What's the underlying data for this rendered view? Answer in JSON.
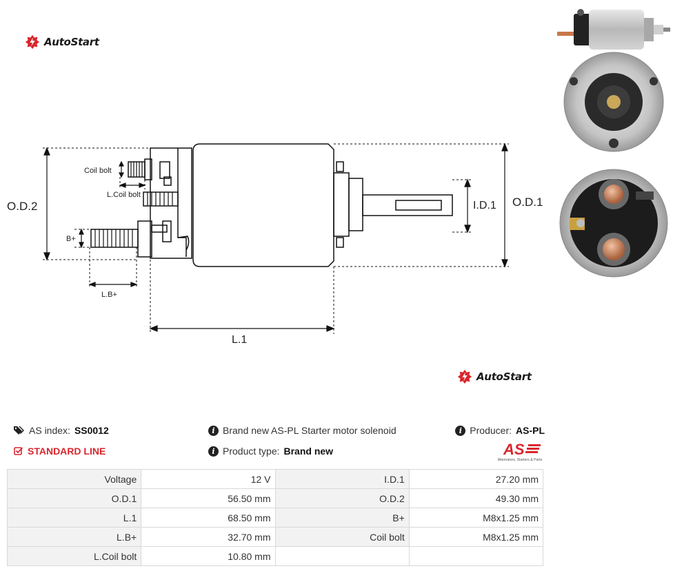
{
  "brand": {
    "name": "AutoStart",
    "accent": "#d8262c"
  },
  "drawing": {
    "labels": {
      "coil_bolt": "Coil bolt",
      "l_coil_bolt": "L.Coil bolt",
      "od2": "O.D.2",
      "bplus": "B+",
      "lbplus": "L.B+",
      "l1": "L.1",
      "id1": "I.D.1",
      "od1": "O.D.1"
    }
  },
  "info": {
    "as_index_label": "AS index:",
    "as_index_value": "SS0012",
    "standard_line": "STANDARD LINE",
    "description": "Brand new AS-PL Starter motor solenoid",
    "product_type_label": "Product type:",
    "product_type_value": "Brand new",
    "producer_label": "Producer:",
    "producer_value": "AS-PL",
    "producer_logo_text": "AS",
    "producer_tagline": "Alternators, Starters & Parts"
  },
  "specs": [
    [
      "Voltage",
      "12 V",
      "I.D.1",
      "27.20 mm"
    ],
    [
      "O.D.1",
      "56.50 mm",
      "O.D.2",
      "49.30 mm"
    ],
    [
      "L.1",
      "68.50 mm",
      "B+",
      "M8x1.25 mm"
    ],
    [
      "L.B+",
      "32.70 mm",
      "Coil bolt",
      "M8x1.25 mm"
    ],
    [
      "L.Coil bolt",
      "10.80 mm",
      "",
      ""
    ]
  ],
  "icons": [
    "autostart-logo-icon",
    "tag-icon",
    "checkbox-icon",
    "info-icon"
  ]
}
